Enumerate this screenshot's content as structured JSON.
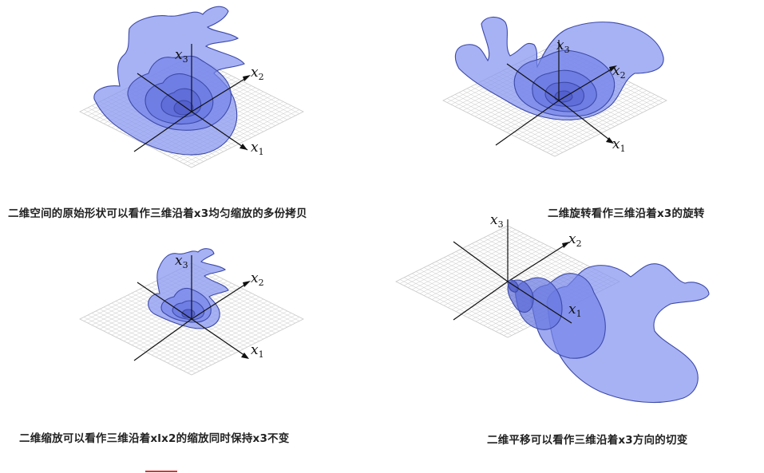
{
  "panels": [
    {
      "id": "original",
      "caption": "二维空间的原始形状可以看作三维沿着x3均匀缩放的多份拷贝",
      "axes": {
        "x1": "x",
        "x1_sub": "1",
        "x2": "x",
        "x2_sub": "2",
        "x3": "x",
        "x3_sub": "3"
      }
    },
    {
      "id": "rotation",
      "caption": "二维旋转看作三维沿着x3的旋转",
      "axes": {
        "x1": "x",
        "x1_sub": "1",
        "x2": "x",
        "x2_sub": "2",
        "x3": "x",
        "x3_sub": "3"
      }
    },
    {
      "id": "scaling",
      "caption": "二维缩放可以看作三维沿着xlx2的缩放同时保持x3不变",
      "axes": {
        "x1": "x",
        "x1_sub": "1",
        "x2": "x",
        "x2_sub": "2",
        "x3": "x",
        "x3_sub": "3"
      }
    },
    {
      "id": "translation",
      "caption": "二维平移可以看作三维沿着x3方向的切变",
      "axes": {
        "x1": "x",
        "x1_sub": "1",
        "x2": "x",
        "x2_sub": "2",
        "x3": "x",
        "x3_sub": "3"
      }
    }
  ],
  "colors": {
    "blob_fill": "#7f8ff0",
    "blob_stroke": "#3d4aa8"
  }
}
